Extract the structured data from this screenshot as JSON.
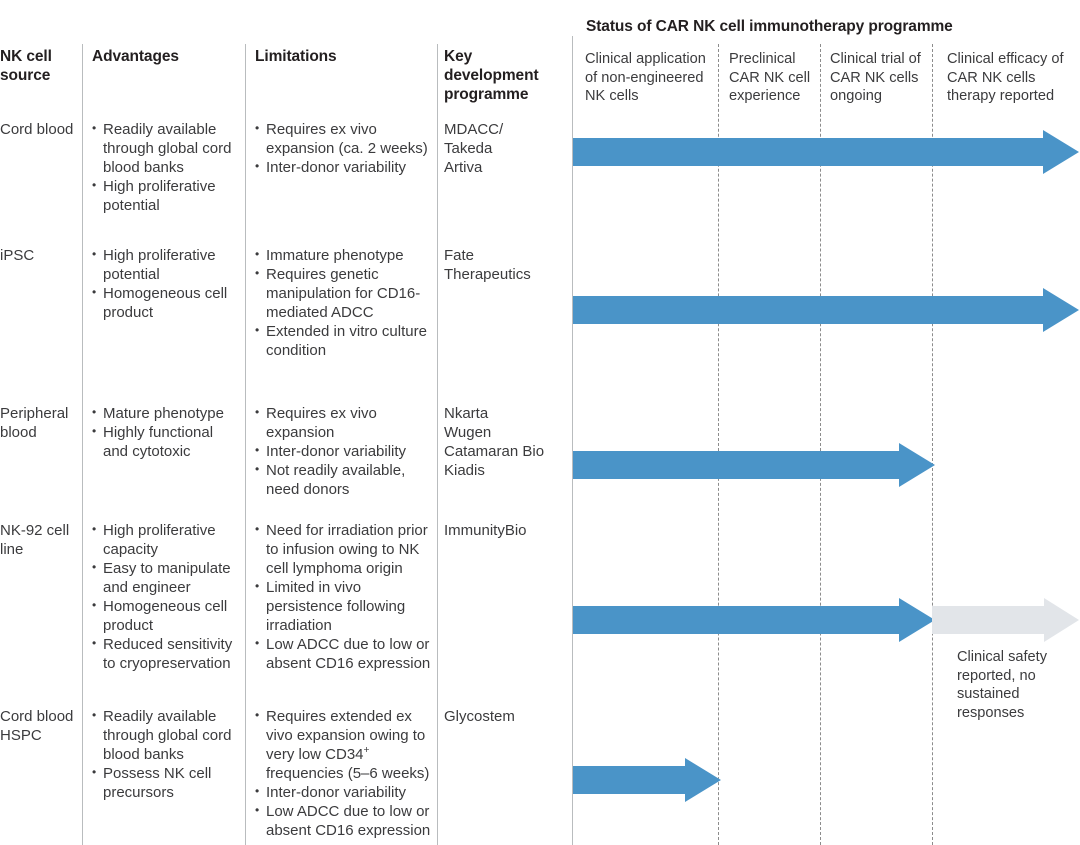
{
  "figure": {
    "title_right_panel": "Status of CAR NK cell immunotherapy programme"
  },
  "colors": {
    "arrow_blue": "#4a94c8",
    "arrow_grey": "#e2e5e9",
    "rule": "#b9bcbe",
    "dashed_divider": "#8c8c8c",
    "text": "#3b3b3d",
    "heading": "#231f20"
  },
  "table": {
    "headers": [
      "NK cell source",
      "Advantages",
      "Limitations",
      "Key development programme"
    ],
    "rows": [
      {
        "source": "Cord blood",
        "advantages": [
          "Readily available through global cord blood banks",
          "High proliferative potential"
        ],
        "limitations": [
          "Requires ex vivo expansion (ca. 2 weeks)",
          "Inter-donor variability"
        ],
        "programmes": [
          "MDACC/",
          "Takeda",
          "Artiva"
        ]
      },
      {
        "source": "iPSC",
        "advantages": [
          "High proliferative potential",
          "Homogeneous cell product"
        ],
        "limitations": [
          "Immature phenotype",
          "Requires genetic manipulation for CD16-mediated ADCC",
          "Extended in vitro culture condition"
        ],
        "programmes": [
          "Fate",
          "Therapeutics"
        ]
      },
      {
        "source": "Peripheral blood",
        "advantages": [
          "Mature phenotype",
          "Highly functional and cytotoxic"
        ],
        "limitations": [
          "Requires ex vivo expansion",
          "Inter-donor variability",
          "Not readily available, need donors"
        ],
        "programmes": [
          "Nkarta",
          "Wugen",
          "Catamaran Bio",
          "Kiadis"
        ]
      },
      {
        "source": "NK-92 cell line",
        "advantages": [
          "High proliferative capacity",
          "Easy to manipulate and engineer",
          "Homogeneous cell product",
          "Reduced sensitivity to cryopreservation"
        ],
        "limitations": [
          "Need for irradiation prior to infusion owing to NK cell lymphoma origin",
          "Limited in vivo persistence following irradiation",
          "Low ADCC due to low or absent CD16 expression"
        ],
        "programmes": [
          "ImmunityBio"
        ]
      },
      {
        "source": "Cord blood HSPC",
        "advantages": [
          "Readily available through global cord blood banks",
          "Possess NK cell precursors"
        ],
        "limitations": [
          "Requires extended ex vivo expansion owing to very low CD34+ frequencies (5–6 weeks)",
          "Inter-donor variability",
          "Low ADCC due to low or absent CD16 expression"
        ],
        "programmes": [
          "Glycostem"
        ]
      }
    ]
  },
  "status_panel": {
    "title": "Status of CAR NK cell immunotherapy programme",
    "stage_columns": [
      "Clinical application of non-engineered NK cells",
      "Preclinical CAR NK cell experience",
      "Clinical trial of CAR NK cells ongoing",
      "Clinical efficacy of CAR NK cells therapy reported"
    ],
    "progress": [
      {
        "source": "Cord blood",
        "reaches_stage": 4,
        "color": "blue"
      },
      {
        "source": "iPSC",
        "reaches_stage": 4,
        "color": "blue"
      },
      {
        "source": "Peripheral blood",
        "reaches_stage": 3,
        "color": "blue"
      },
      {
        "source": "NK-92 cell line",
        "reaches_stage": 3,
        "color": "blue",
        "extension_stage": 4,
        "extension_color": "grey"
      },
      {
        "source": "Cord blood HSPC",
        "reaches_stage": 1,
        "color": "blue"
      }
    ],
    "annotation": "Clinical safety reported, no sustained responses"
  }
}
